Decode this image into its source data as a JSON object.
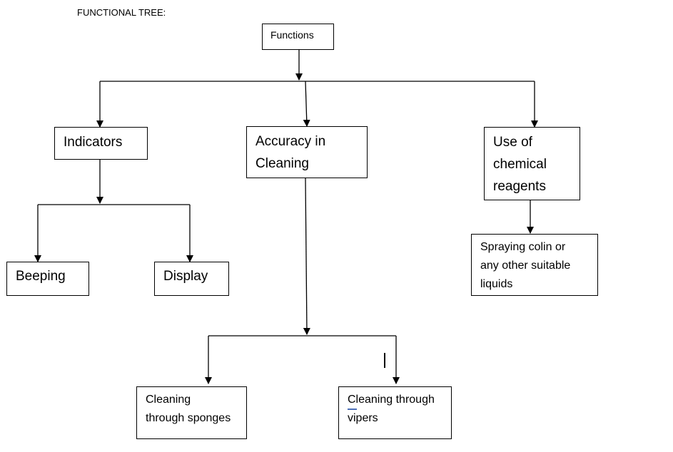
{
  "heading": "FUNCTIONAL TREE:",
  "root": {
    "label": "Functions"
  },
  "indicators": {
    "label": "Indicators",
    "children": {
      "beeping": "Beeping",
      "display": "Display"
    }
  },
  "accuracy": {
    "label": "Accuracy in\nCleaning",
    "children": {
      "sponges": "Cleaning\nthrough sponges",
      "vipers": "Cleaning through\nvipers"
    }
  },
  "reagents": {
    "label": "Use of\nchemical\nreagents",
    "children": {
      "spraying": "Spraying colin  or\nany other suitable\nliquids"
    }
  }
}
